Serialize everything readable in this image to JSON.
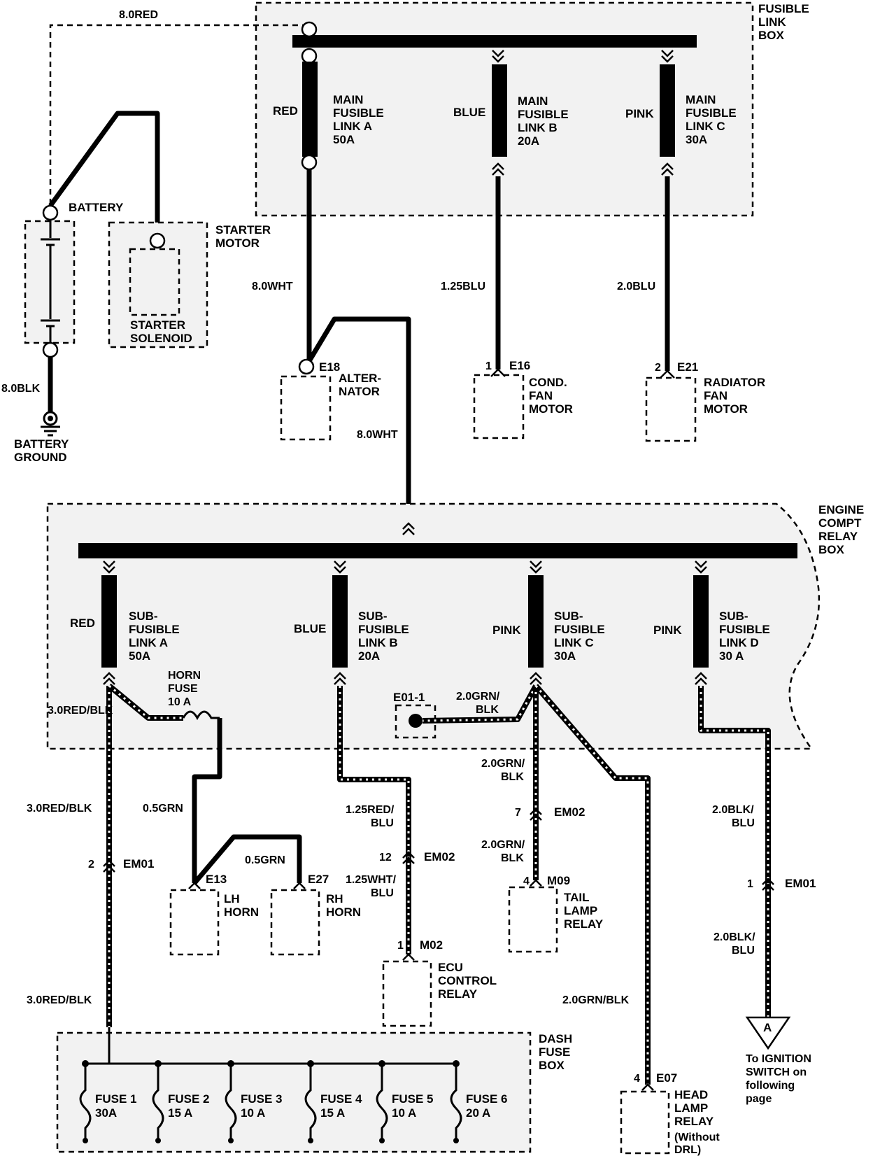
{
  "top_wire": "8.0RED",
  "fusible_link_box": [
    "FUSIBLE",
    "LINK",
    "BOX"
  ],
  "main_links": [
    {
      "color": "RED",
      "name": [
        "MAIN",
        "FUSIBLE",
        "LINK A",
        "50A"
      ]
    },
    {
      "color": "BLUE",
      "name": [
        "MAIN",
        "FUSIBLE",
        "LINK B",
        "20A"
      ]
    },
    {
      "color": "PINK",
      "name": [
        "MAIN",
        "FUSIBLE",
        "LINK C",
        "30A"
      ]
    }
  ],
  "battery": "BATTERY",
  "starter_motor": [
    "STARTER",
    "MOTOR"
  ],
  "starter_solenoid": [
    "STARTER",
    "SOLENOID"
  ],
  "battery_wire": "8.0BLK",
  "battery_ground": [
    "BATTERY",
    "GROUND"
  ],
  "alt_wire_1": "8.0WHT",
  "alt_wire_2": "8.0WHT",
  "wire_125blu": "1.25BLU",
  "wire_20blu": "2.0BLU",
  "alternator": {
    "conn": "E18",
    "name": [
      "ALTER-",
      "NATOR"
    ]
  },
  "cond_fan": {
    "pin": "1",
    "conn": "E16",
    "name": [
      "COND.",
      "FAN",
      "MOTOR"
    ]
  },
  "radiator_fan": {
    "pin": "2",
    "conn": "E21",
    "name": [
      "RADIATOR",
      "FAN",
      "MOTOR"
    ]
  },
  "relay_box": [
    "ENGINE",
    "COMPT",
    "RELAY",
    "BOX"
  ],
  "sub_links": [
    {
      "color": "RED",
      "name": [
        "SUB-",
        "FUSIBLE",
        "LINK A",
        "50A"
      ]
    },
    {
      "color": "BLUE",
      "name": [
        "SUB-",
        "FUSIBLE",
        "LINK B",
        "20A"
      ]
    },
    {
      "color": "PINK",
      "name": [
        "SUB-",
        "FUSIBLE",
        "LINK C",
        "30A"
      ]
    },
    {
      "color": "PINK",
      "name": [
        "SUB-",
        "FUSIBLE",
        "LINK D",
        "30 A"
      ]
    }
  ],
  "horn_fuse": [
    "HORN",
    "FUSE",
    "10 A"
  ],
  "wire_30redblk_a": "3.0RED/BLK",
  "wire_30redblk_b": "3.0RED/BLK",
  "wire_30redblk_c": "3.0RED/BLK",
  "wire_05grn_a": "0.5GRN",
  "wire_05grn_b": "0.5GRN",
  "em01_left": {
    "pin": "2",
    "conn": "EM01"
  },
  "lh_horn": {
    "conn": "E13",
    "name": [
      "LH",
      "HORN"
    ]
  },
  "rh_horn": {
    "conn": "E27",
    "name": [
      "RH",
      "HORN"
    ]
  },
  "wire_125redblu": [
    "1.25RED/",
    "BLU"
  ],
  "em02_mid": {
    "pin": "12",
    "conn": "EM02"
  },
  "wire_125whtblu": [
    "1.25WHT/",
    "BLU"
  ],
  "ecu_relay": {
    "pin": "1",
    "conn": "M02",
    "name": [
      "ECU",
      "CONTROL",
      "RELAY"
    ]
  },
  "e011": "E01-1",
  "wire_20grnblk_a": [
    "2.0GRN/",
    "BLK"
  ],
  "wire_20grnblk_b": [
    "2.0GRN/",
    "BLK"
  ],
  "em02_right": {
    "pin": "7",
    "conn": "EM02"
  },
  "wire_20grnblk_c": [
    "2.0GRN/",
    "BLK"
  ],
  "tail_lamp": {
    "pin": "4",
    "conn": "M09",
    "name": [
      "TAIL",
      "LAMP",
      "RELAY"
    ]
  },
  "wire_20grnblk_d": "2.0GRN/BLK",
  "head_lamp": {
    "pin": "4",
    "conn": "E07",
    "name": [
      "HEAD",
      "LAMP",
      "RELAY"
    ],
    "note": [
      "(Without",
      "DRL)"
    ]
  },
  "wire_20blkblu_a": [
    "2.0BLK/",
    "BLU"
  ],
  "em01_right": {
    "pin": "1",
    "conn": "EM01"
  },
  "wire_20blkblu_b": [
    "2.0BLK/",
    "BLU"
  ],
  "ignition": {
    "marker": "A",
    "text": [
      "To IGNITION",
      "SWITCH on",
      "following",
      "page"
    ]
  },
  "dash_fuse_box": [
    "DASH",
    "FUSE",
    "BOX"
  ],
  "fuses": [
    {
      "name": "FUSE 1",
      "rating": "30A"
    },
    {
      "name": "FUSE 2",
      "rating": "15 A"
    },
    {
      "name": "FUSE 3",
      "rating": "10 A"
    },
    {
      "name": "FUSE 4",
      "rating": "15 A"
    },
    {
      "name": "FUSE 5",
      "rating": "10 A"
    },
    {
      "name": "FUSE 6",
      "rating": "20 A"
    }
  ]
}
